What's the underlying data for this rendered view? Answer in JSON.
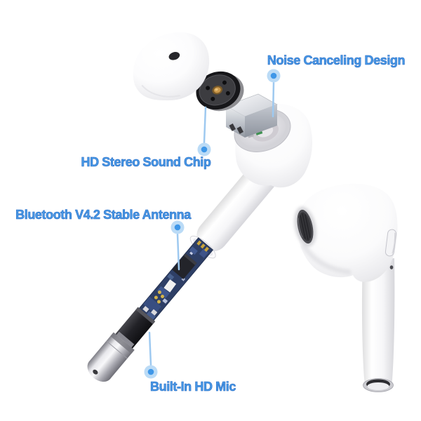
{
  "labels": {
    "noise_canceling": {
      "text": "Noise Canceling Design"
    },
    "sound_chip": {
      "text": "HD Stereo Sound Chip"
    },
    "antenna": {
      "text": "Bluetooth V4.2 Stable Antenna"
    },
    "mic": {
      "text": "Built-In HD Mic"
    }
  },
  "colors": {
    "background": "#ffffff",
    "label_text": "#4799e6",
    "label_outline": "#2f6fc6",
    "callout_line": "#9ec9f0",
    "callout_dot_inner": "#3f97e8",
    "callout_dot_outer": "#b7d9f6",
    "pcb_navy": "#2e3f66",
    "driver_black": "#17171a",
    "driver_center_gold": "#c9974a",
    "component_green": "#3e9150",
    "chrome_silver": "#c9c9cc",
    "earbud_white": "#ffffff"
  }
}
